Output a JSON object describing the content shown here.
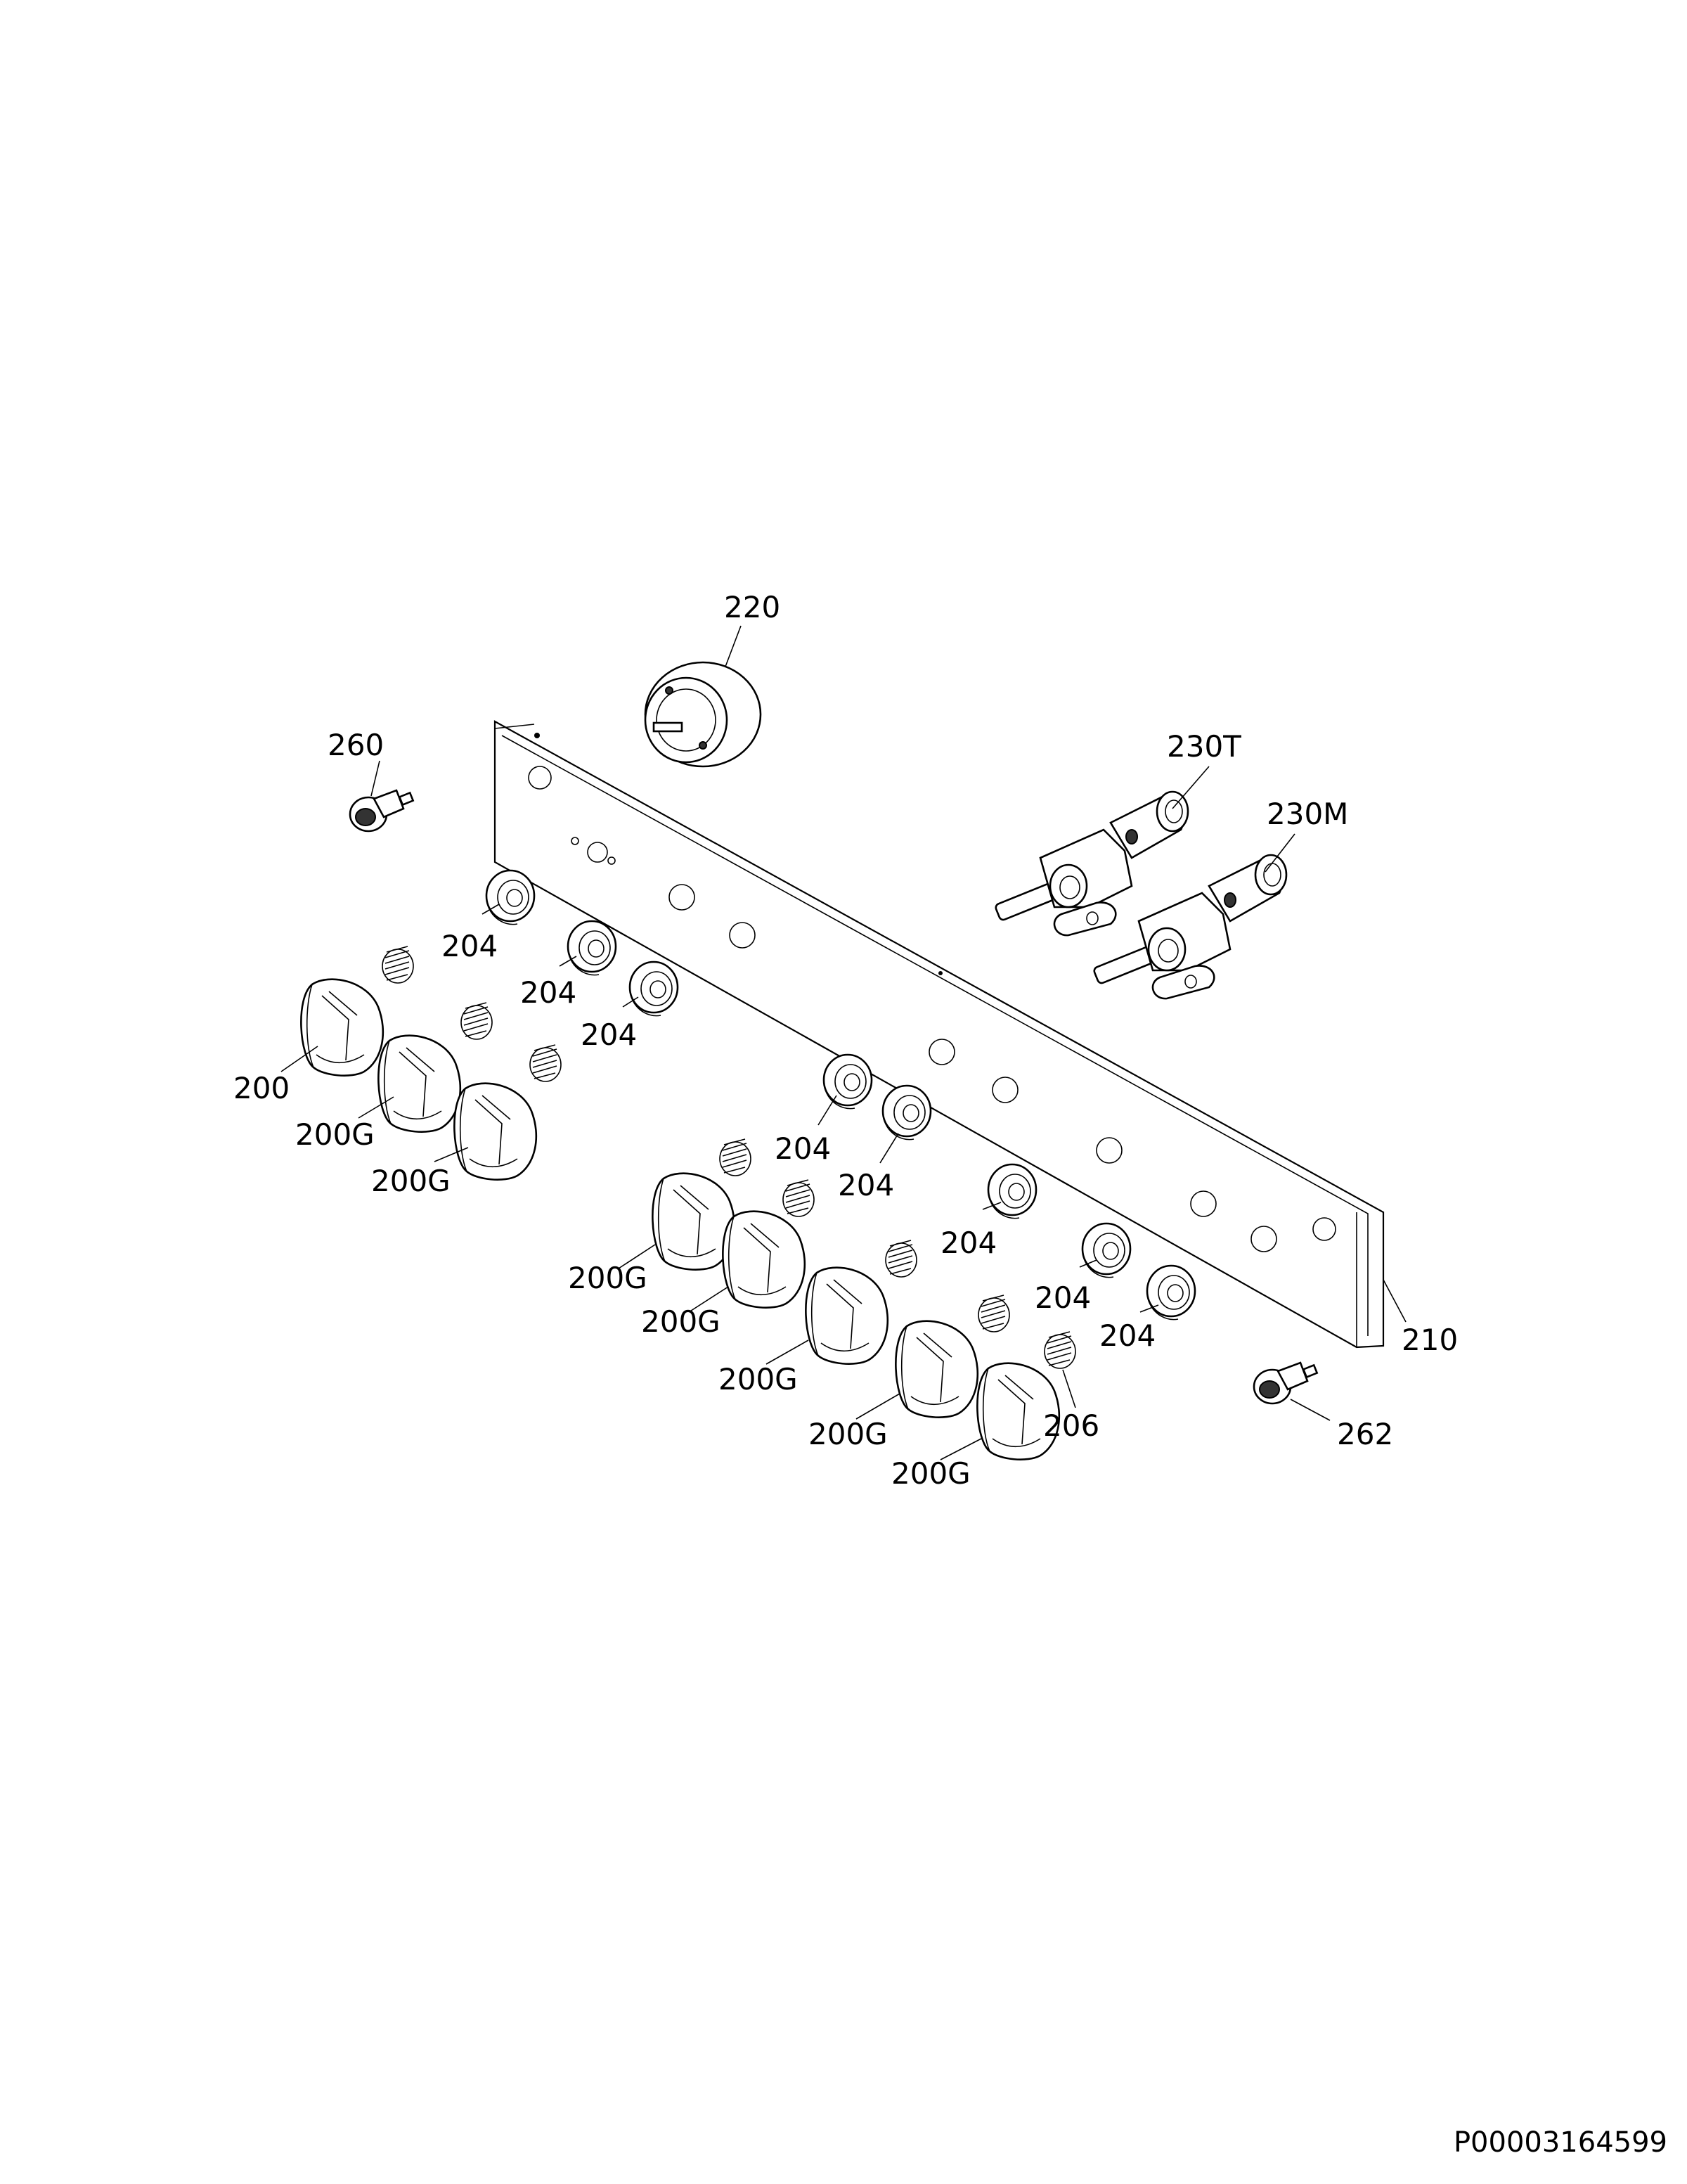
{
  "document_id": "P00003164599",
  "labels": {
    "l220": "220",
    "l260": "260",
    "l230T": "230T",
    "l230M": "230M",
    "l210": "210",
    "l262": "262",
    "l206": "206",
    "l200": "200",
    "l200G": "200G",
    "l204": "204"
  }
}
